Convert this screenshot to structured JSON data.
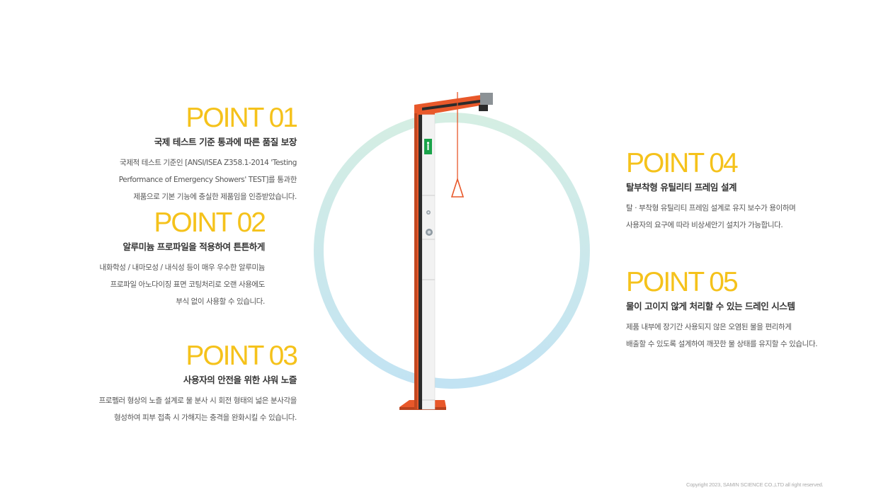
{
  "points": {
    "p1": {
      "title": "POINT 01",
      "subtitle": "국제 테스트 기준 통과에 따른 품질 보장",
      "lines": [
        "국제적 테스트 기준인 [ANSI/ISEA Z358.1-2014 'Testing",
        "Performance of Emergency Showers' TEST]를 통과한",
        "제품으로 기본 기능에 충실한 제품임을 인증받았습니다."
      ]
    },
    "p2": {
      "title": "POINT 02",
      "subtitle": "알루미늄 프로파일을 적용하여 튼튼하게",
      "lines": [
        "내화학성 / 내마모성 / 내식성 등이 매우 우수한 알루미늄",
        "프로파일 아노다이징 표면 코팅처리로 오랜 사용에도",
        "부식 없이 사용할 수 있습니다."
      ]
    },
    "p3": {
      "title": "POINT 03",
      "subtitle": "사용자의 안전을 위한 샤워 노즐",
      "lines": [
        "프로펠러 형상의 노즐 설계로 물 분사 시 회전 형태의 넓은 분사각을",
        "형성하여 피부 접촉 시 가해지는 충격을 완화시킬 수 있습니다."
      ]
    },
    "p4": {
      "title": "POINT 04",
      "subtitle": "탈부착형 유틸리티 프레임 설계",
      "lines": [
        "탈 · 부착형 유틸리티 프레임 설계로 유지 보수가 용이하며",
        "사용자의 요구에 따라 비상세안기 설치가 가능합니다."
      ]
    },
    "p5": {
      "title": "POINT 05",
      "subtitle": "물이 고이지 않게 처리할 수 있는 드레인 시스템",
      "lines": [
        "제품 내부에 장기간 사용되지 않은 오염된 물을 편리하게",
        "배출할 수 있도록 설계하여 깨끗한 물 상태를 유지할 수 있습니다."
      ]
    }
  },
  "footer": {
    "copyright": "Copyright 2023, SAMIN SCIENCE CO.,LTD all right reserved."
  },
  "colors": {
    "accent": "#f5c21b",
    "frame": "#e8582a",
    "ring_top": "#d3ede2",
    "ring_bottom": "#c3e3f2"
  }
}
